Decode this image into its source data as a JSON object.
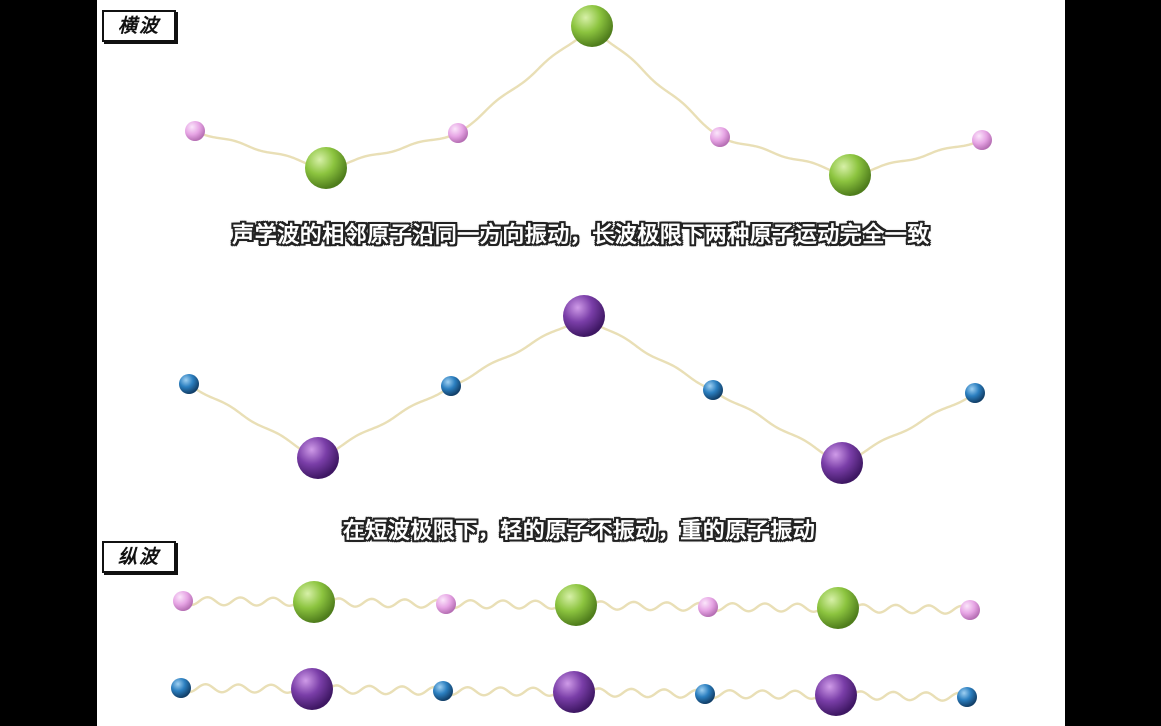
{
  "labels": {
    "transverse": "横波",
    "longitudinal": "纵波"
  },
  "captions": {
    "acoustic": "声学波的相邻原子沿同一方向振动，长波极限下两种原子运动完全一致",
    "optical": "在短波极限下，轻的原子不振动，重的原子振动"
  },
  "colors": {
    "background": "#ffffff",
    "frame": "#000000",
    "spring": "#e9dfb6",
    "light_pink": "#e6a4e4",
    "heavy_green": "#8cc43f",
    "light_blue": "#2b7fc0",
    "heavy_purple": "#7a3ea8"
  },
  "icons": {
    "light_atom": "small-sphere",
    "heavy_atom": "large-sphere",
    "bond": "wavy-spring"
  }
}
